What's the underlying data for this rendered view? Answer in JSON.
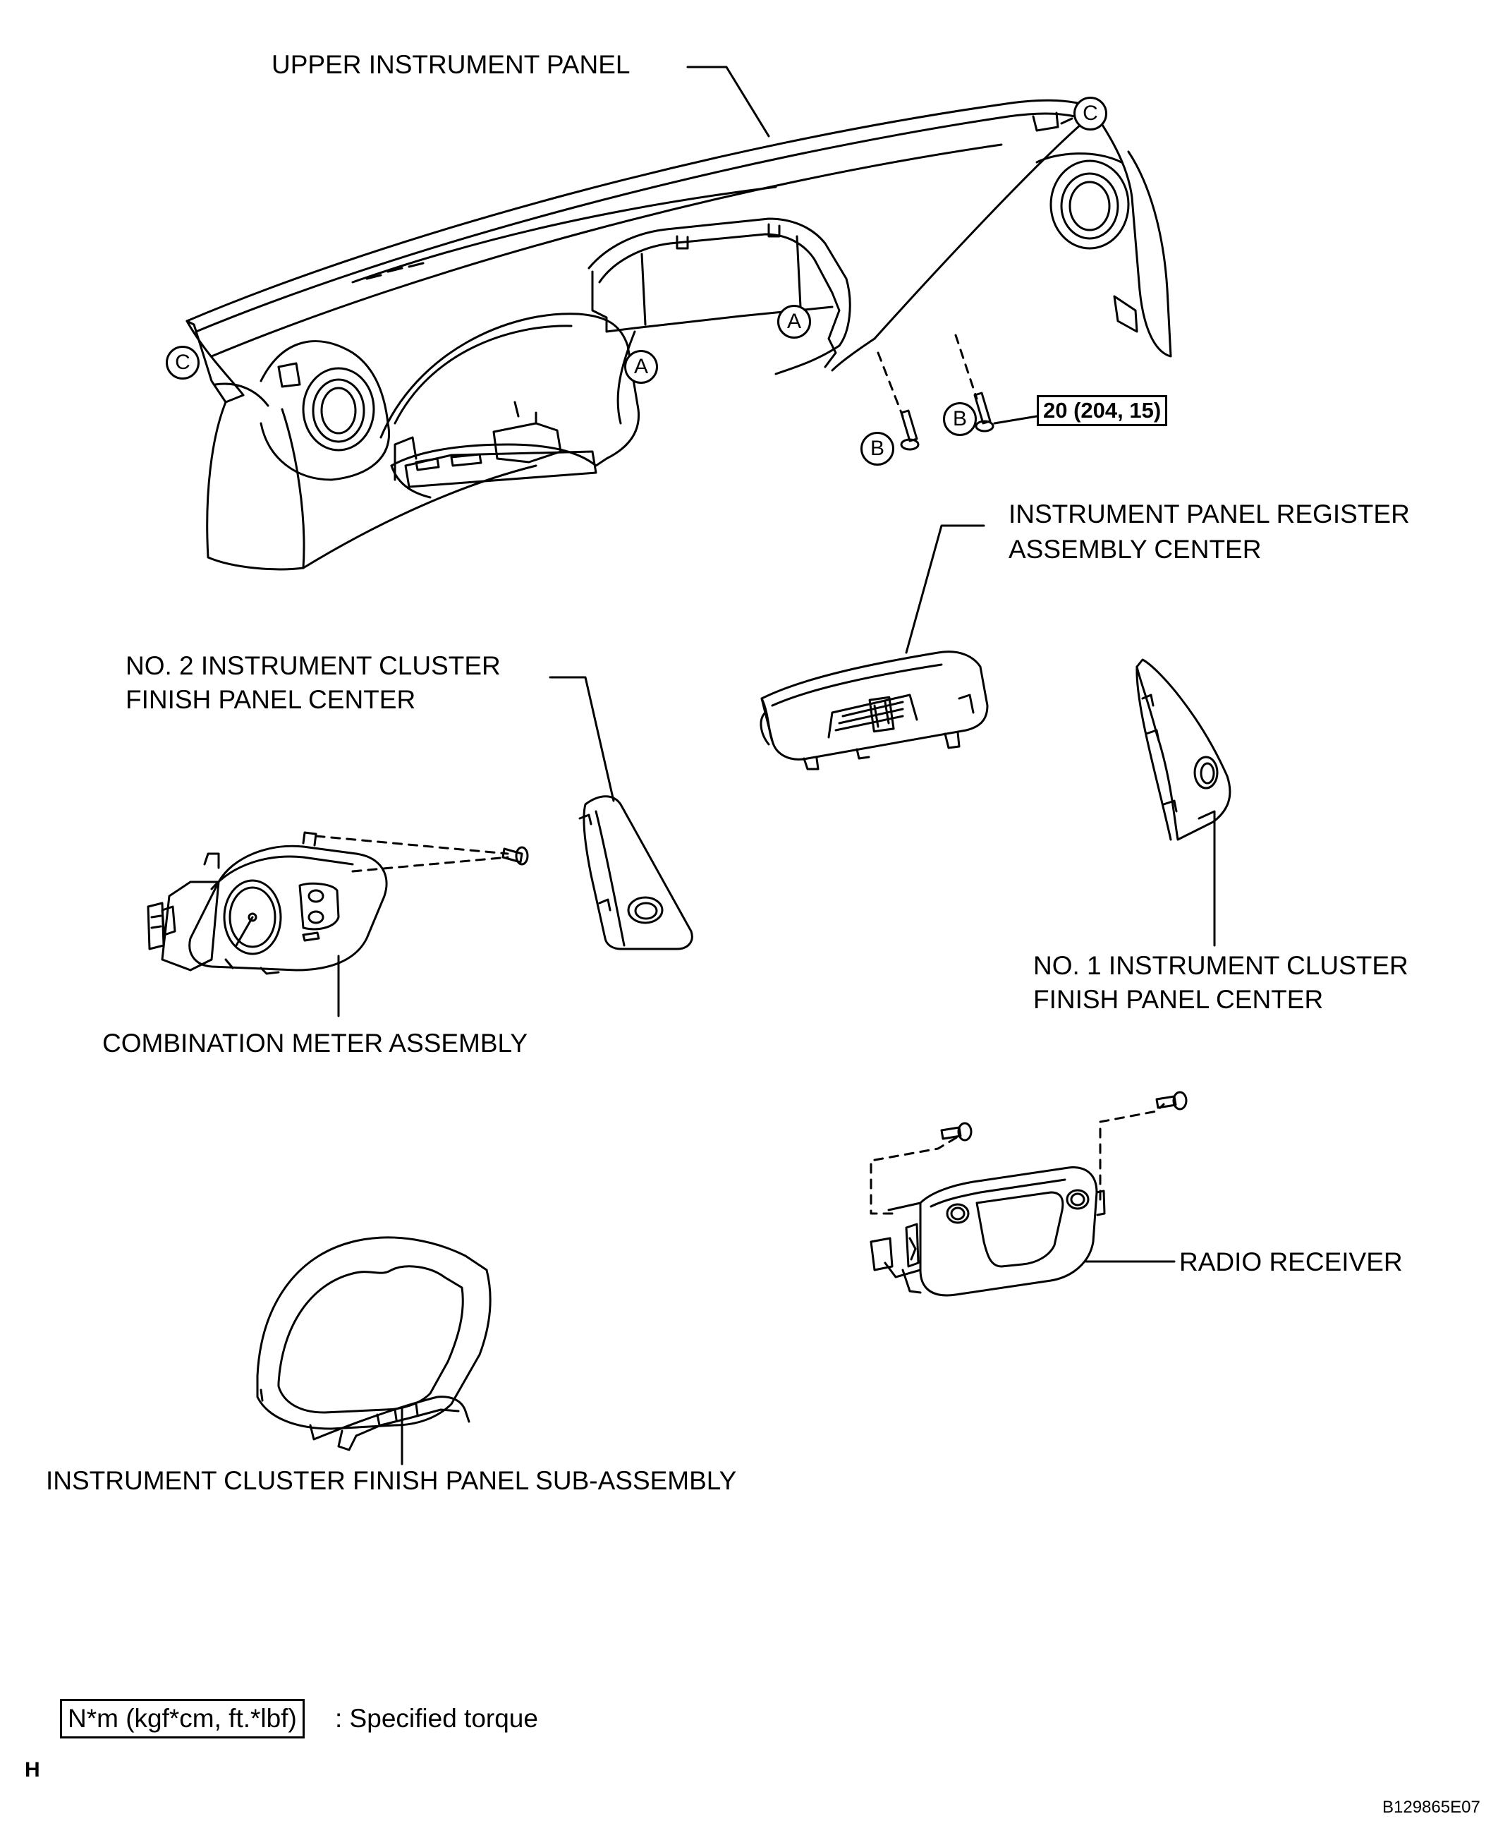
{
  "labels": {
    "upper_instrument_panel": "UPPER INSTRUMENT PANEL",
    "register_center_line1": "INSTRUMENT PANEL REGISTER",
    "register_center_line2": "ASSEMBLY CENTER",
    "no2_finish_line1": "NO. 2 INSTRUMENT CLUSTER",
    "no2_finish_line2": "FINISH PANEL CENTER",
    "no1_finish_line1": "NO. 1 INSTRUMENT CLUSTER",
    "no1_finish_line2": "FINISH PANEL CENTER",
    "combination_meter": "COMBINATION METER ASSEMBLY",
    "radio_receiver": "RADIO RECEIVER",
    "cluster_finish_sub": "INSTRUMENT CLUSTER FINISH PANEL SUB-ASSEMBLY"
  },
  "callouts": {
    "a": "A",
    "b": "B",
    "c": "C"
  },
  "torque": {
    "value": "20 (204, 15)"
  },
  "legend": {
    "unit_box": "N*m (kgf*cm, ft.*lbf)",
    "description": ": Specified torque"
  },
  "footer": {
    "section_letter": "H",
    "figure_id": "B129865E07"
  }
}
